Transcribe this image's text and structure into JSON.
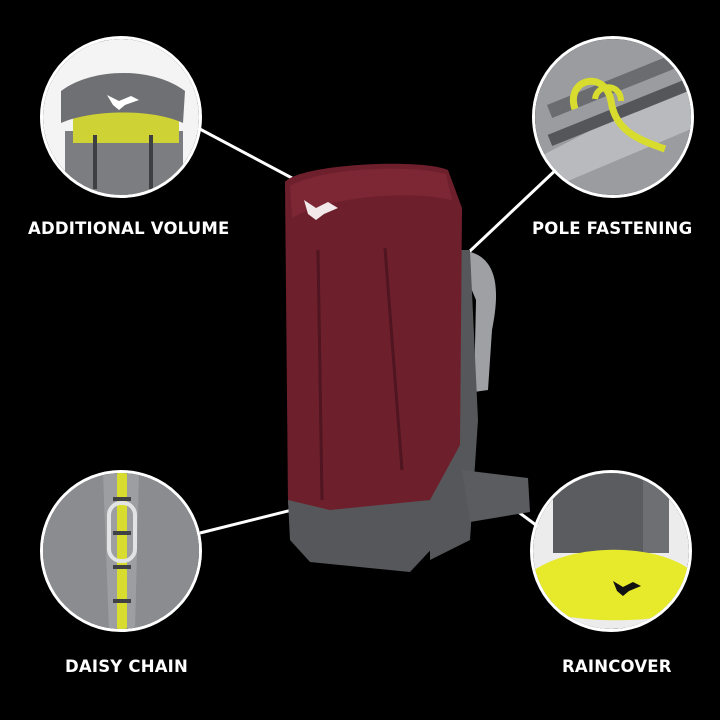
{
  "features": [
    {
      "id": "additional-volume",
      "label": "ADDITIONAL VOLUME"
    },
    {
      "id": "pole-fastening",
      "label": "POLE FASTENING"
    },
    {
      "id": "daisy-chain",
      "label": "DAISY CHAIN"
    },
    {
      "id": "raincover",
      "label": "RAINCOVER"
    }
  ],
  "colors": {
    "background": "#000000",
    "text": "#ffffff",
    "pack_body": "#6e1f2c",
    "pack_grey": "#55575a",
    "accent_yellow": "#d8dc2e"
  }
}
